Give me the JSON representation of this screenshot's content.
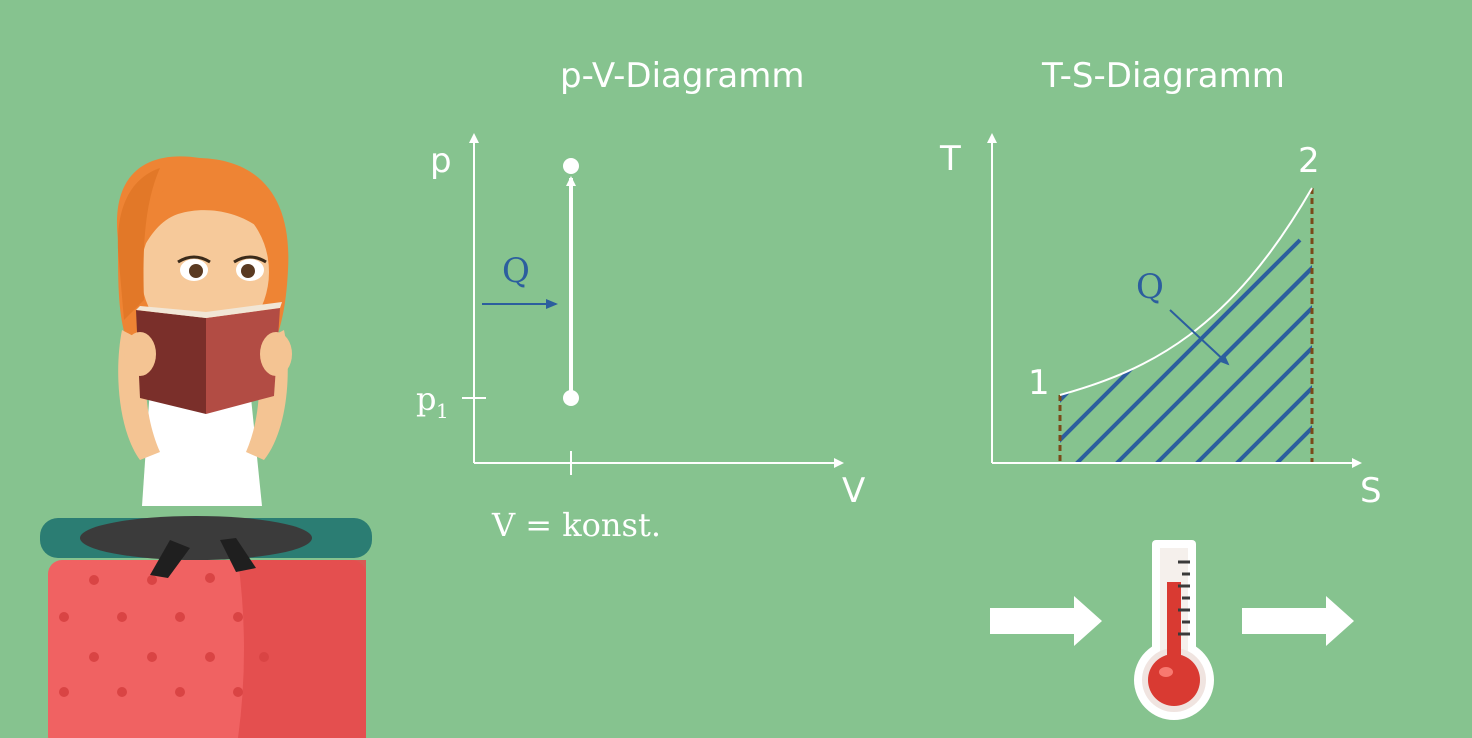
{
  "pv_diagram": {
    "title": "p-V-Diagramm",
    "axis_y": "p",
    "axis_x": "V",
    "tick_label": "p",
    "tick_subscript": "1",
    "heat_label": "Q",
    "note": "V = konst."
  },
  "ts_diagram": {
    "title": "T-S-Diagramm",
    "axis_y": "T",
    "axis_x": "S",
    "point_start": "1",
    "point_end": "2",
    "heat_label": "Q"
  },
  "colors": {
    "background": "#86c38f",
    "line": "#ffffff",
    "heat": "#2c5e9e",
    "boundary": "#7a4a1a",
    "thermometer_fill": "#d93a32"
  }
}
